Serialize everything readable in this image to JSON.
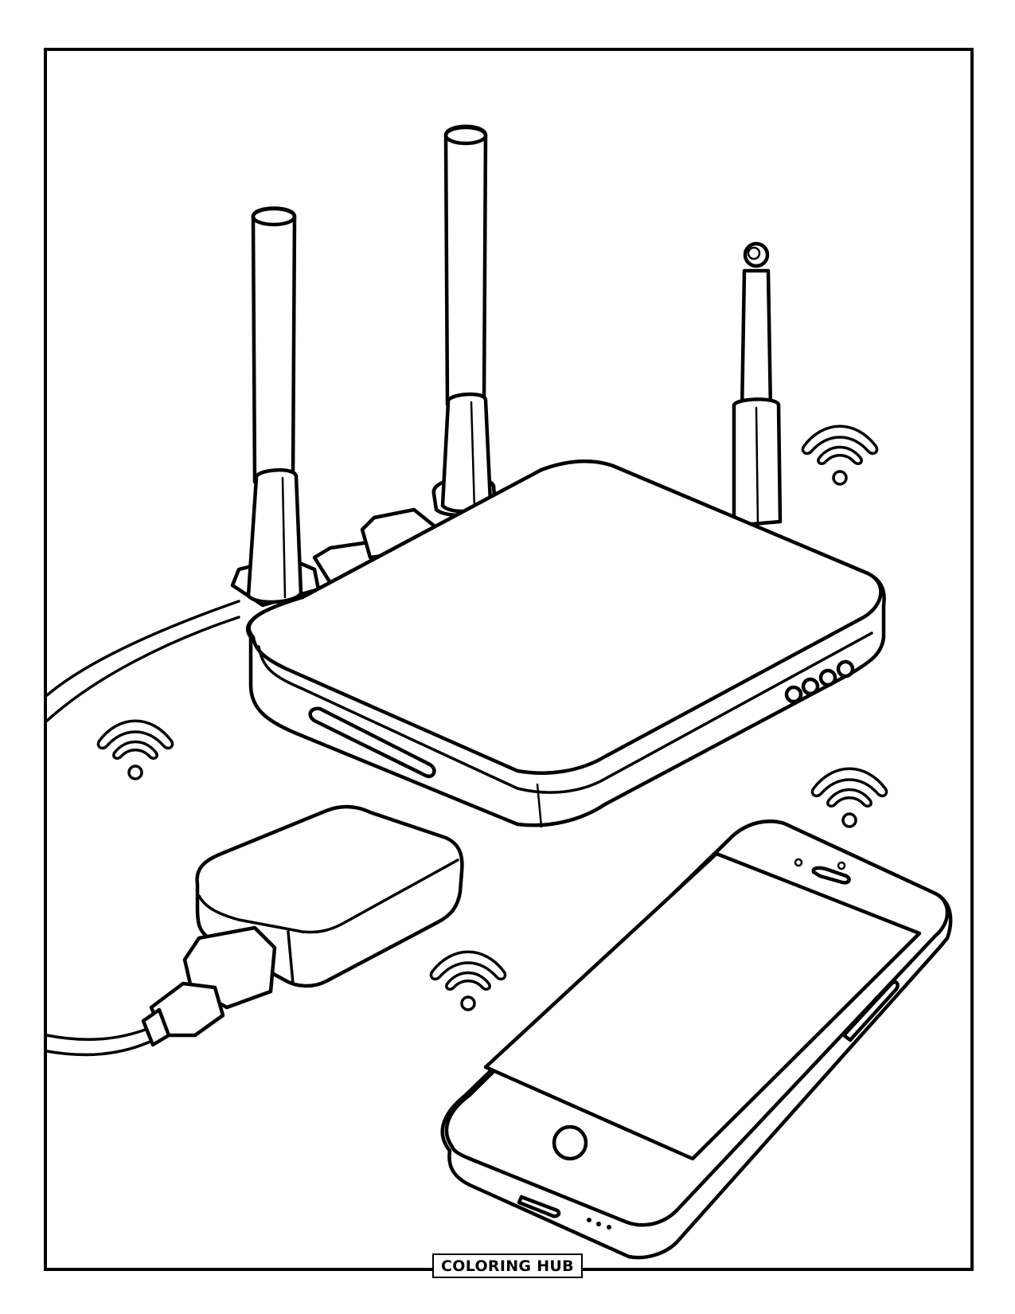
{
  "page": {
    "type": "coloring-page",
    "subject": "Wi-Fi router with smartphone and USB adapter",
    "colors": {
      "line": "#000000",
      "background": "#ffffff"
    }
  },
  "illustration": {
    "objects": [
      {
        "name": "wifi-router",
        "antennas": 3,
        "front_indicator_lights": 4
      },
      {
        "name": "smartphone"
      },
      {
        "name": "usb-adapter"
      },
      {
        "name": "cable"
      }
    ],
    "wifi_icons": 4
  },
  "footer": {
    "brand_label": "COLORING HUB"
  }
}
